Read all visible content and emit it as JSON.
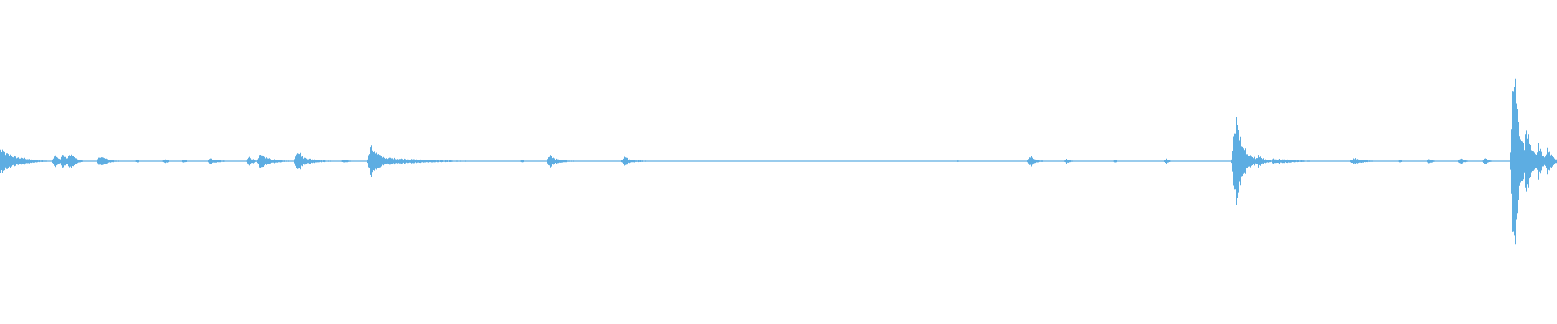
{
  "waveform": {
    "color": "#5DADE2",
    "background": "#ffffff",
    "amplitude_scale": [
      -1,
      1
    ],
    "duration_fraction": [
      0,
      1
    ],
    "events": [
      {
        "t": 0.0,
        "amp": 0.13,
        "decay": 0.01
      },
      {
        "t": 0.015,
        "amp": 0.04,
        "decay": 0.006
      },
      {
        "t": 0.035,
        "amp": 0.07,
        "decay": 0.003
      },
      {
        "t": 0.04,
        "amp": 0.08,
        "decay": 0.004
      },
      {
        "t": 0.045,
        "amp": 0.1,
        "decay": 0.003
      },
      {
        "t": 0.064,
        "amp": 0.06,
        "decay": 0.005
      },
      {
        "t": 0.088,
        "amp": 0.015,
        "decay": 0.002
      },
      {
        "t": 0.106,
        "amp": 0.025,
        "decay": 0.002
      },
      {
        "t": 0.118,
        "amp": 0.015,
        "decay": 0.002
      },
      {
        "t": 0.135,
        "amp": 0.03,
        "decay": 0.006
      },
      {
        "t": 0.16,
        "amp": 0.05,
        "decay": 0.003
      },
      {
        "t": 0.167,
        "amp": 0.07,
        "decay": 0.007
      },
      {
        "t": 0.191,
        "amp": 0.15,
        "decay": 0.003
      },
      {
        "t": 0.195,
        "amp": 0.04,
        "decay": 0.009
      },
      {
        "t": 0.221,
        "amp": 0.02,
        "decay": 0.003
      },
      {
        "t": 0.238,
        "amp": 0.17,
        "decay": 0.006
      },
      {
        "t": 0.248,
        "amp": 0.04,
        "decay": 0.025
      },
      {
        "t": 0.335,
        "amp": 0.015,
        "decay": 0.002
      },
      {
        "t": 0.353,
        "amp": 0.07,
        "decay": 0.004
      },
      {
        "t": 0.358,
        "amp": 0.02,
        "decay": 0.008
      },
      {
        "t": 0.401,
        "amp": 0.05,
        "decay": 0.004
      },
      {
        "t": 0.406,
        "amp": 0.015,
        "decay": 0.01
      },
      {
        "t": 0.615,
        "amp": 0.01,
        "decay": 0.002
      },
      {
        "t": 0.662,
        "amp": 0.08,
        "decay": 0.002
      },
      {
        "t": 0.665,
        "amp": 0.02,
        "decay": 0.004
      },
      {
        "t": 0.685,
        "amp": 0.025,
        "decay": 0.003
      },
      {
        "t": 0.716,
        "amp": 0.015,
        "decay": 0.002
      },
      {
        "t": 0.749,
        "amp": 0.025,
        "decay": 0.002
      },
      {
        "t": 0.793,
        "amp": 0.5,
        "decay": 0.005
      },
      {
        "t": 0.808,
        "amp": 0.07,
        "decay": 0.004
      },
      {
        "t": 0.818,
        "amp": 0.03,
        "decay": 0.014
      },
      {
        "t": 0.869,
        "amp": 0.04,
        "decay": 0.006
      },
      {
        "t": 0.899,
        "amp": 0.015,
        "decay": 0.002
      },
      {
        "t": 0.918,
        "amp": 0.03,
        "decay": 0.002
      },
      {
        "t": 0.938,
        "amp": 0.03,
        "decay": 0.003
      },
      {
        "t": 0.954,
        "amp": 0.04,
        "decay": 0.002
      },
      {
        "t": 0.972,
        "amp": 1.0,
        "decay": 0.004
      },
      {
        "t": 0.98,
        "amp": 0.4,
        "decay": 0.004
      },
      {
        "t": 0.988,
        "amp": 0.2,
        "decay": 0.003
      },
      {
        "t": 0.994,
        "amp": 0.14,
        "decay": 0.003
      }
    ]
  }
}
